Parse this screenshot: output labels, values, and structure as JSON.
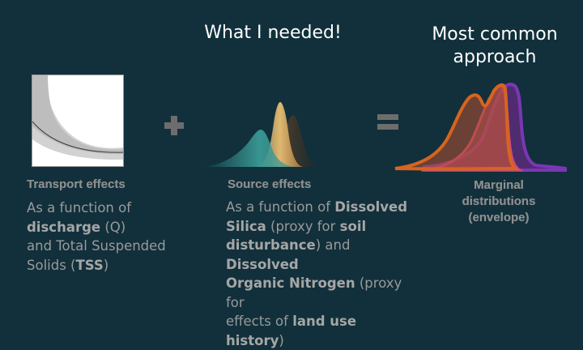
{
  "header_needed": "What I needed!",
  "header_common": "Most common approach",
  "operators": {
    "plus": "+",
    "equals": "="
  },
  "transport": {
    "heading": "Transport effects",
    "desc_1": "As a function of",
    "desc_2": "discharge",
    "desc_3": "(Q)",
    "desc_4": "and Total Suspended",
    "desc_5": "Solids (",
    "desc_6": "TSS",
    "desc_7": ")"
  },
  "source": {
    "heading": "Source effects",
    "desc_1": "As a function of ",
    "desc_2": "Dissolved",
    "desc_3": "Silica",
    "desc_4": " (proxy for ",
    "desc_5": "soil",
    "desc_6": "disturbance",
    "desc_7": ") and ",
    "desc_8": "Dissolved",
    "desc_9": "Organic Nitrogen",
    "desc_10": " (proxy for",
    "desc_11": "effects of ",
    "desc_12": "land use history",
    "desc_13": ")"
  },
  "marginal": {
    "heading_1": "Marginal",
    "heading_2": "distributions",
    "heading_3": "(envelope)"
  },
  "colors": {
    "background": "#11303b",
    "teal": "#3a9a96",
    "gold": "#d6b06a",
    "brown": "#6b4226",
    "orange": "#d8641e",
    "purple": "#7a37b4"
  }
}
